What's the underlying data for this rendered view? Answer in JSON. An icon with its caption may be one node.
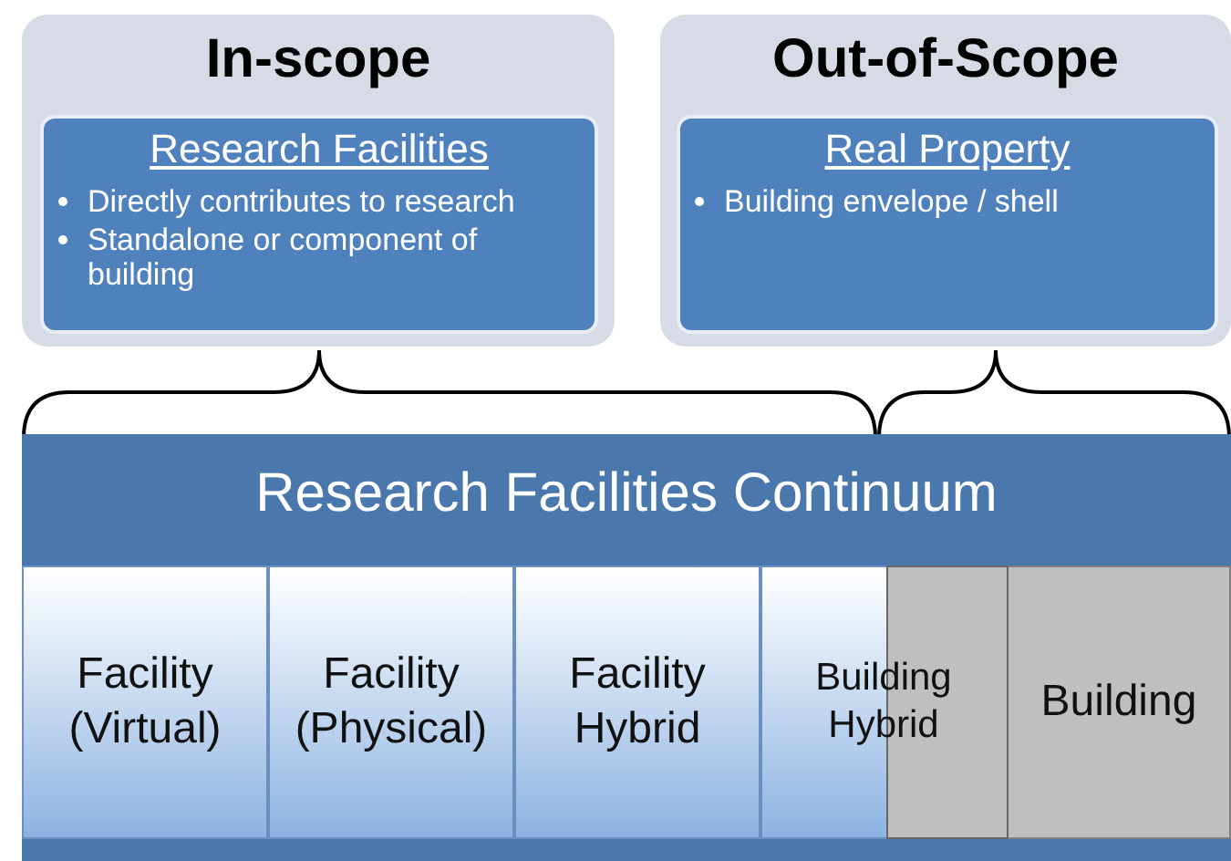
{
  "diagram": {
    "nodes": [
      {
        "text": [
          "In-scope"
        ]
      },
      {
        "text": [
          "Research Facilities",
          "Directly contributes to research",
          "Standalone or component of building"
        ],
        "in": 0
      },
      {
        "text": [
          "Out-of-Scope"
        ]
      },
      {
        "text": [
          "Real Property",
          "Building envelope / shell"
        ],
        "in": 2
      },
      {
        "text": [
          "Research Facilities Continuum"
        ]
      },
      {
        "text": [
          "Facility (Virtual)"
        ],
        "in": 4
      },
      {
        "text": [
          "Facility (Physical)"
        ],
        "in": 4
      },
      {
        "text": [
          "Facility Hybrid"
        ],
        "in": 4
      },
      {
        "text": [
          "Building Hybrid"
        ],
        "in": 4
      },
      {
        "text": [
          "Building"
        ],
        "in": 4
      },
      {
        "text": [],
        "shape": "box",
        "in": 8
      }
    ],
    "edges": []
  }
}
